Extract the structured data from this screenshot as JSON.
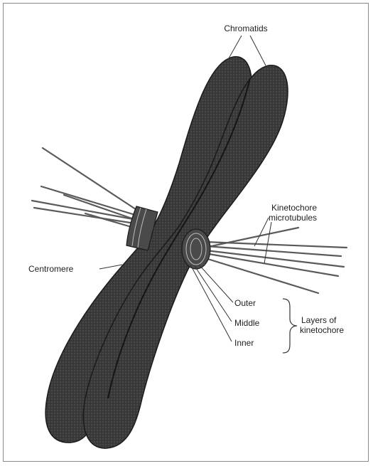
{
  "labels": {
    "chromatids": "Chromatids",
    "kinetochore_microtubules_line1": "Kinetochore",
    "kinetochore_microtubules_line2": "microtubules",
    "centromere": "Centromere",
    "outer": "Outer",
    "middle": "Middle",
    "inner": "Inner",
    "layers_line1": "Layers of",
    "layers_line2": "kinetochore"
  },
  "colors": {
    "chromatid_fill": "#3a3a3a",
    "chromatid_stroke": "#1a1a1a",
    "microtubule": "#5a5a5a",
    "frame": "#8a8a8a",
    "text": "#222222"
  }
}
